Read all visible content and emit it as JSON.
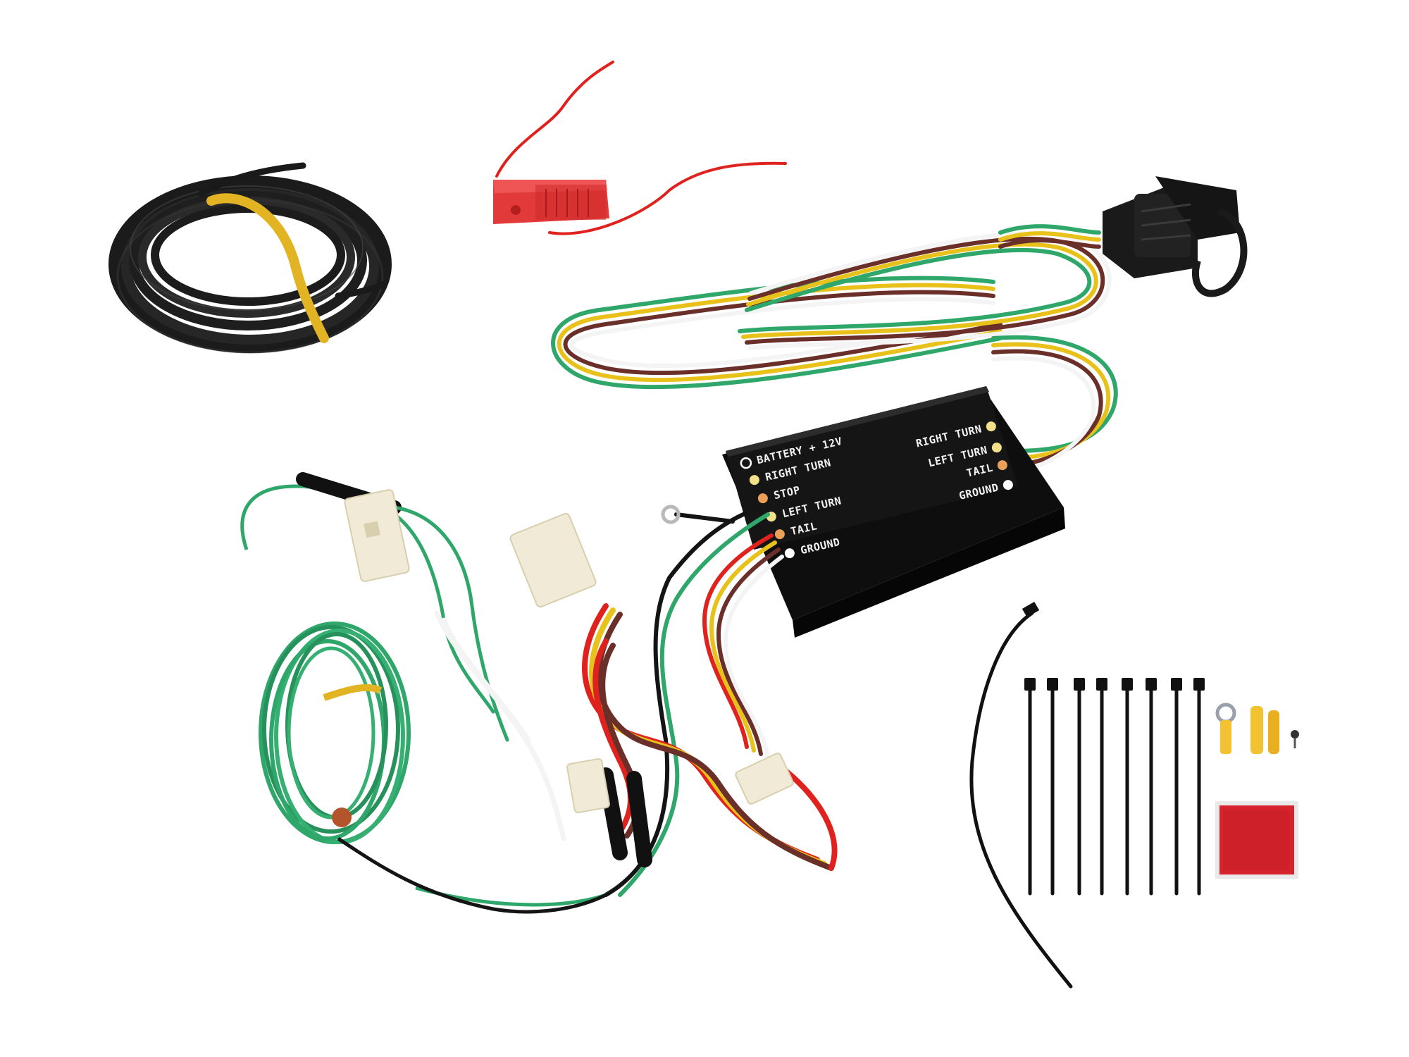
{
  "box": {
    "left_labels": [
      {
        "text": "BATTERY + 12V",
        "dot": "#ffffff",
        "ring": true
      },
      {
        "text": "RIGHT TURN",
        "dot": "#f3e08a"
      },
      {
        "text": "STOP",
        "dot": "#e9a15a"
      },
      {
        "text": "LEFT TURN",
        "dot": "#f3e08a"
      },
      {
        "text": "TAIL",
        "dot": "#e9a15a"
      },
      {
        "text": "GROUND",
        "dot": "#ffffff"
      }
    ],
    "right_labels": [
      {
        "text": "RIGHT TURN",
        "dot": "#f3e08a"
      },
      {
        "text": "LEFT TURN",
        "dot": "#f3e08a"
      },
      {
        "text": "TAIL",
        "dot": "#e9a15a"
      },
      {
        "text": "GROUND",
        "dot": "#ffffff"
      }
    ]
  },
  "colors": {
    "wire_white": "#f4f4f4",
    "wire_brown": "#6b2f2a",
    "wire_yellow": "#e8c21a",
    "wire_green": "#2fa66a",
    "wire_black": "#141414",
    "wire_red": "#e0221f",
    "fuse_holder": "#e23a3a",
    "tape_yellow": "#e2b424",
    "heat_shrink": "#f2c233"
  }
}
